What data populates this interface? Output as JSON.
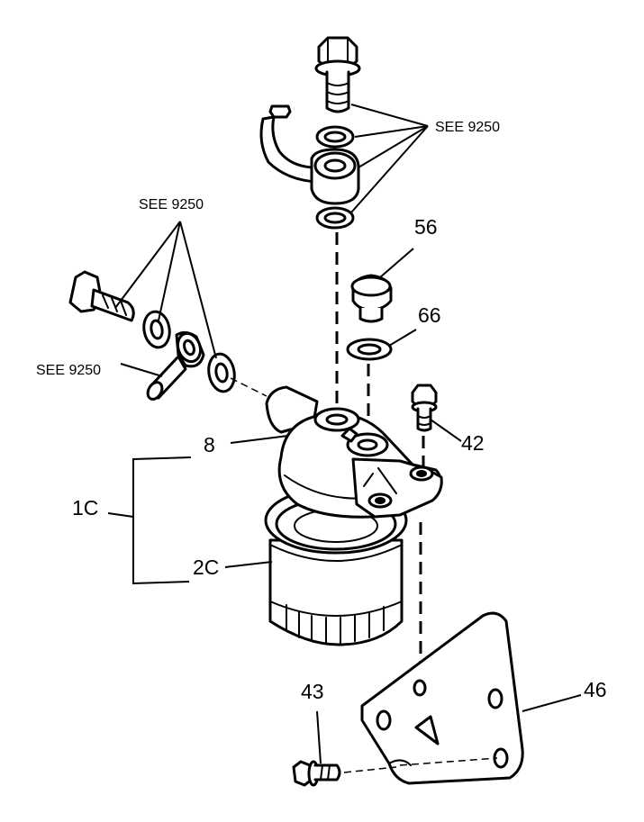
{
  "callouts": {
    "see_top": "SEE 9250",
    "see_left_top": "SEE 9250",
    "see_left": "SEE 9250",
    "p56": "56",
    "p66": "66",
    "p42": "42",
    "p8": "8",
    "p1c": "1C",
    "p2c": "2C",
    "p43": "43",
    "p46": "46"
  }
}
